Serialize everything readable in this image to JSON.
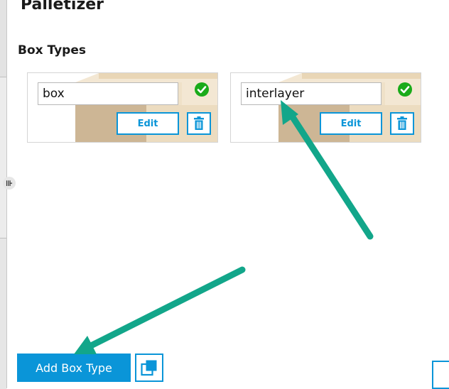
{
  "header": {
    "title": "Palletizer"
  },
  "section": {
    "title": "Box Types"
  },
  "box_types": [
    {
      "name": "box",
      "edit_label": "Edit",
      "status_icon": "check-circle-icon",
      "delete_icon": "trash-icon"
    },
    {
      "name": "interlayer",
      "edit_label": "Edit",
      "status_icon": "check-circle-icon",
      "delete_icon": "trash-icon"
    }
  ],
  "footer": {
    "add_label": "Add Box Type",
    "duplicate_icon": "duplicate-icon"
  },
  "colors": {
    "accent": "#0a95d8",
    "success": "#1aab1a",
    "annotation_arrow": "#12a68a",
    "box_light": "#ecdcc0",
    "box_dark": "#cdb695"
  }
}
